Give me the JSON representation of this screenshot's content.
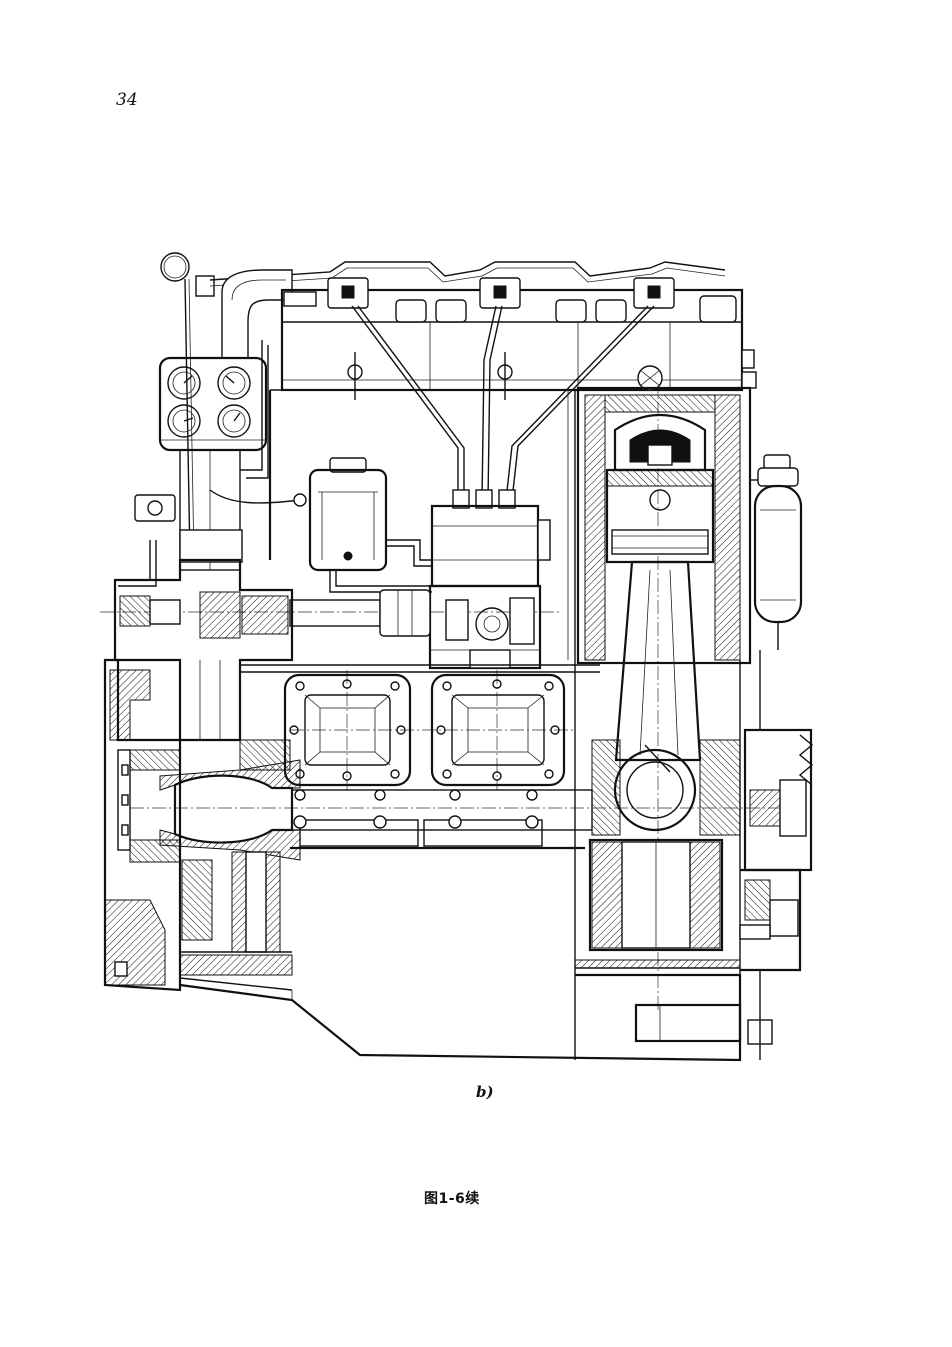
{
  "page": {
    "number": "34"
  },
  "figure": {
    "sublabel": "b)",
    "caption": "图1-6续"
  }
}
